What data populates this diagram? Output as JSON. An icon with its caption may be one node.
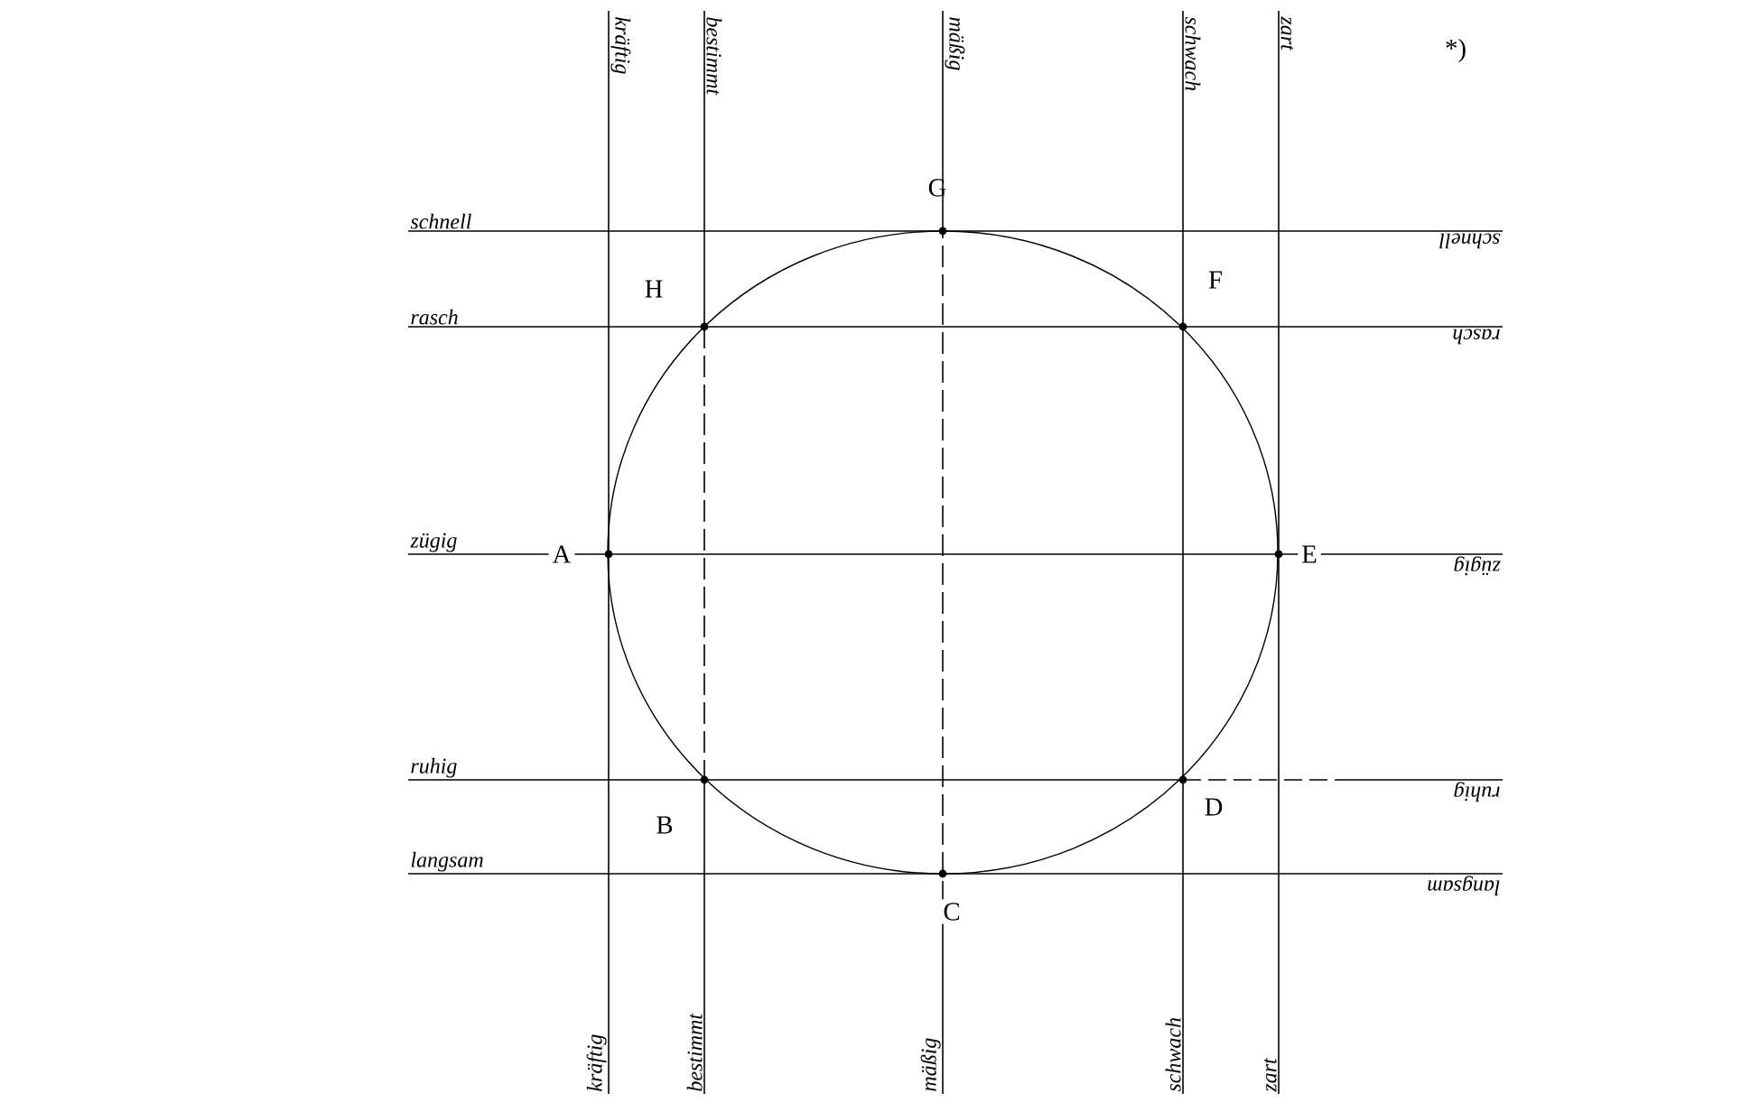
{
  "diagram": {
    "labels": [
      "*)",
      "kräftig",
      "bestimmt",
      "mäßig",
      "schwach",
      "zart",
      "G",
      "schnell",
      "schnell",
      "H",
      "F",
      "rasch",
      "rasch",
      "zügig",
      "A",
      "E",
      "zügig",
      "ruhig",
      "ruhig",
      "B",
      "D",
      "langsam",
      "langsam",
      "C",
      "kräftig",
      "bestimmt",
      "mäßig",
      "schwach",
      "zart"
    ]
  }
}
